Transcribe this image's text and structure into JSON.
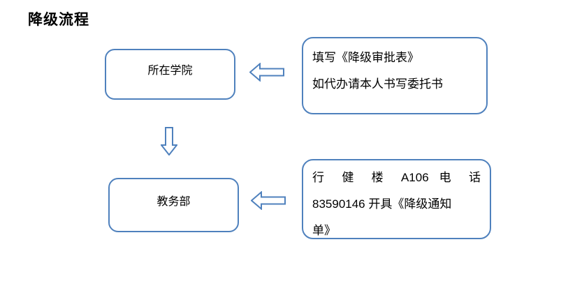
{
  "title": "降级流程",
  "colors": {
    "shape_border": "#4f81bd",
    "shape_fill": "#ffffff",
    "text": "#000000",
    "background": "#ffffff"
  },
  "flow": {
    "node1": {
      "label": "所在学院"
    },
    "node2": {
      "label": "教务部"
    },
    "note1": {
      "lines": [
        "填写《降级审批表》",
        "如代办请本人书写委托书"
      ]
    },
    "note2": {
      "lines": [
        "行 健 楼 A106 电 话",
        "83590146 开具《降级通知",
        "单》"
      ]
    },
    "arrows": [
      {
        "name": "note1-to-college",
        "direction": "left"
      },
      {
        "name": "college-to-academic-affairs",
        "direction": "down"
      },
      {
        "name": "note2-to-academic-affairs",
        "direction": "left"
      }
    ]
  }
}
